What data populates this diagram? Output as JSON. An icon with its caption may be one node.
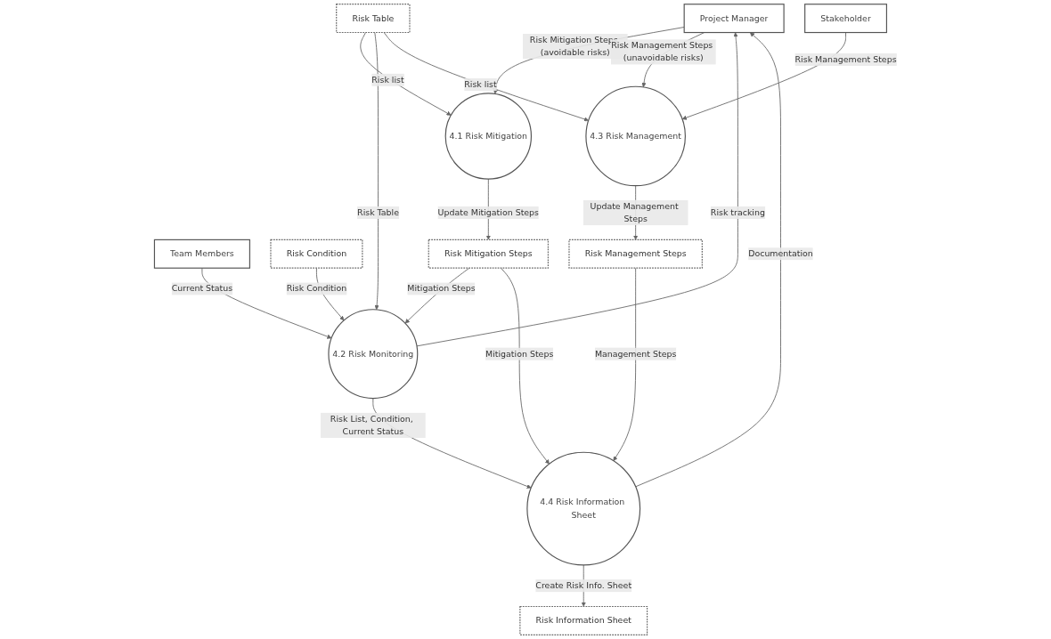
{
  "diagram": {
    "nodes": [
      {
        "text": [
          "Project Manager"
        ]
      },
      {
        "text": [
          "Team Members"
        ]
      },
      {
        "text": [
          "Stakeholder"
        ]
      },
      {
        "text": [
          "4.1 Risk Mitigation"
        ]
      },
      {
        "text": [
          "4.2 Risk Monitoring"
        ]
      },
      {
        "text": [
          "4.3 Risk Management"
        ]
      },
      {
        "text": [
          "4.4 Risk Information Sheet"
        ]
      },
      {
        "text": [
          "Risk Condition"
        ]
      },
      {
        "text": [
          "Risk Table"
        ]
      },
      {
        "text": [
          "Risk Mitigation Steps"
        ]
      },
      {
        "text": [
          "Risk Management Steps"
        ]
      },
      {
        "text": [
          "Risk Information Sheet"
        ]
      }
    ],
    "edges": [
      {
        "from": 0,
        "to": 3,
        "arrow": "to",
        "label": "Risk Mitigation Steps (avoidable risks)"
      },
      {
        "from": 0,
        "to": 5,
        "arrow": "to",
        "label": "Risk Management Steps (unavoidable risks)"
      },
      {
        "from": 4,
        "to": 0,
        "arrow": "to",
        "label": "Risk tracking"
      },
      {
        "from": 1,
        "to": 4,
        "arrow": "to",
        "label": "Current Status"
      },
      {
        "from": 2,
        "to": 5,
        "arrow": "to",
        "label": "Risk Management Steps"
      },
      {
        "from": 7,
        "to": 4,
        "arrow": "to",
        "label": "Risk Condition"
      },
      {
        "from": 8,
        "to": 3,
        "arrow": "to",
        "label": "Risk list"
      },
      {
        "from": 8,
        "to": 4,
        "arrow": "to",
        "label": "Risk Table"
      },
      {
        "from": 8,
        "to": 5,
        "arrow": "to",
        "label": "Risk list"
      },
      {
        "from": 3,
        "to": 9,
        "arrow": "to",
        "label": "Update Mitigation Steps"
      },
      {
        "from": 9,
        "to": 4,
        "arrow": "to",
        "label": "Mitigation Steps"
      },
      {
        "from": 4,
        "to": 6,
        "arrow": "to",
        "label": "Risk List, Condition, Current Status"
      },
      {
        "from": 5,
        "to": 10,
        "arrow": "to",
        "label": "Update Management Steps"
      },
      {
        "from": 9,
        "to": 6,
        "arrow": "to",
        "label": "Mitigation Steps"
      },
      {
        "from": 10,
        "to": 6,
        "arrow": "to",
        "label": "Management Steps"
      },
      {
        "from": 6,
        "to": 11,
        "arrow": "to",
        "label": "Create Risk Info. Sheet"
      },
      {
        "from": 6,
        "to": 0,
        "arrow": "to",
        "label": "Documentation"
      }
    ]
  }
}
